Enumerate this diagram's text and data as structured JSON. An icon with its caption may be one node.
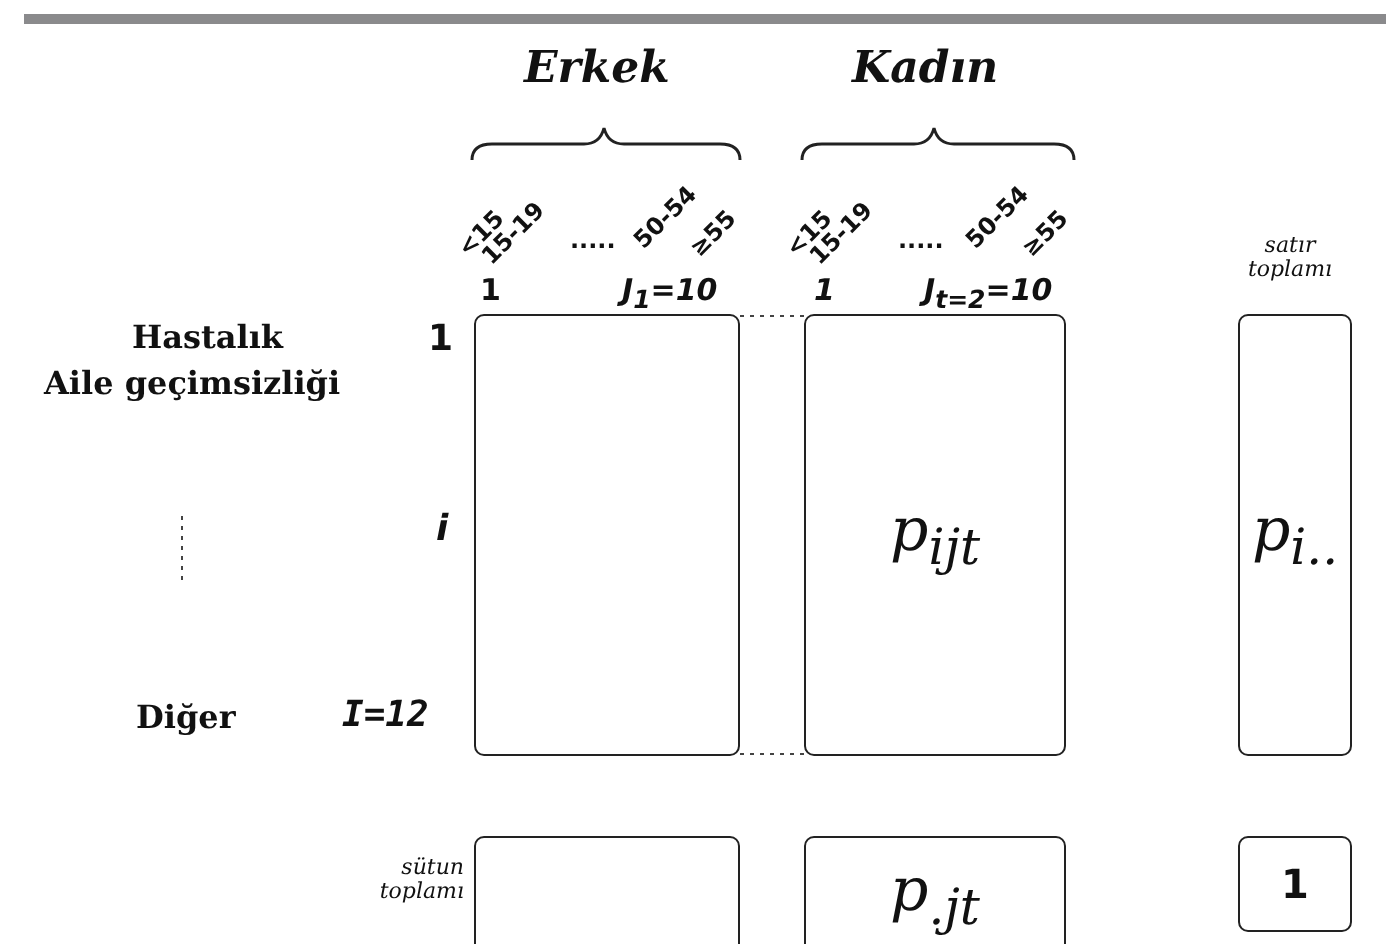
{
  "diagram": {
    "nodes": [
      {
        "text": [],
        "shape": "box"
      },
      {
        "text": [
          "p$_{ijt}$"
        ]
      },
      {
        "text": [
          "p$_{i..}$"
        ]
      },
      {
        "text": [],
        "shape": "box"
      },
      {
        "text": [
          "p$_{.jt}$"
        ]
      },
      {
        "text": [
          "1"
        ]
      }
    ],
    "edges": [],
    "labels": [
      "Erkek",
      "Kadın",
      "<15",
      "15-19",
      ".....",
      "50-54",
      "≥55",
      "<15",
      "15-19",
      ".....",
      "50-54",
      "≥55",
      "1",
      "J$_{1}$=10",
      "1",
      "J$_{t=2}$=10",
      "satır toplamı",
      "Hastalık",
      "1",
      "Aile geçimsizliği",
      "i",
      "Diğer",
      "I=12",
      "sütun toplamı"
    ]
  }
}
